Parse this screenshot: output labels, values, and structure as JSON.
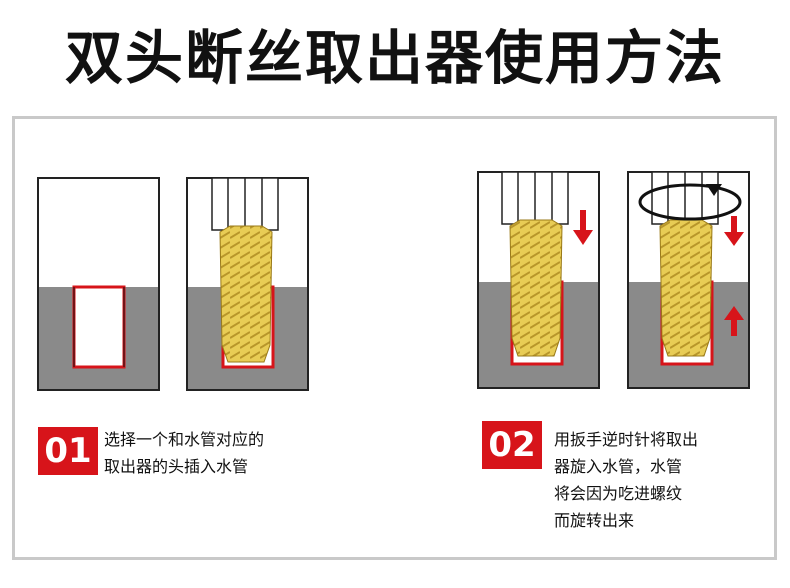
{
  "title": "双头断丝取出器使用方法",
  "steps": [
    {
      "number": "01",
      "text": "选择一个和水管对应的\n取出器的头插入水管"
    },
    {
      "number": "02",
      "text": "用扳手逆时针将取出\n器旋入水管，水管\n将会因为吃进螺纹\n而旋转出来"
    }
  ],
  "colors": {
    "pipe_gray": "#8a8a8a",
    "pipe_liner_red": "#d7141a",
    "extractor_gold": "#e6c84a",
    "arrow_red": "#d7141a",
    "badge_red": "#d7141a"
  }
}
